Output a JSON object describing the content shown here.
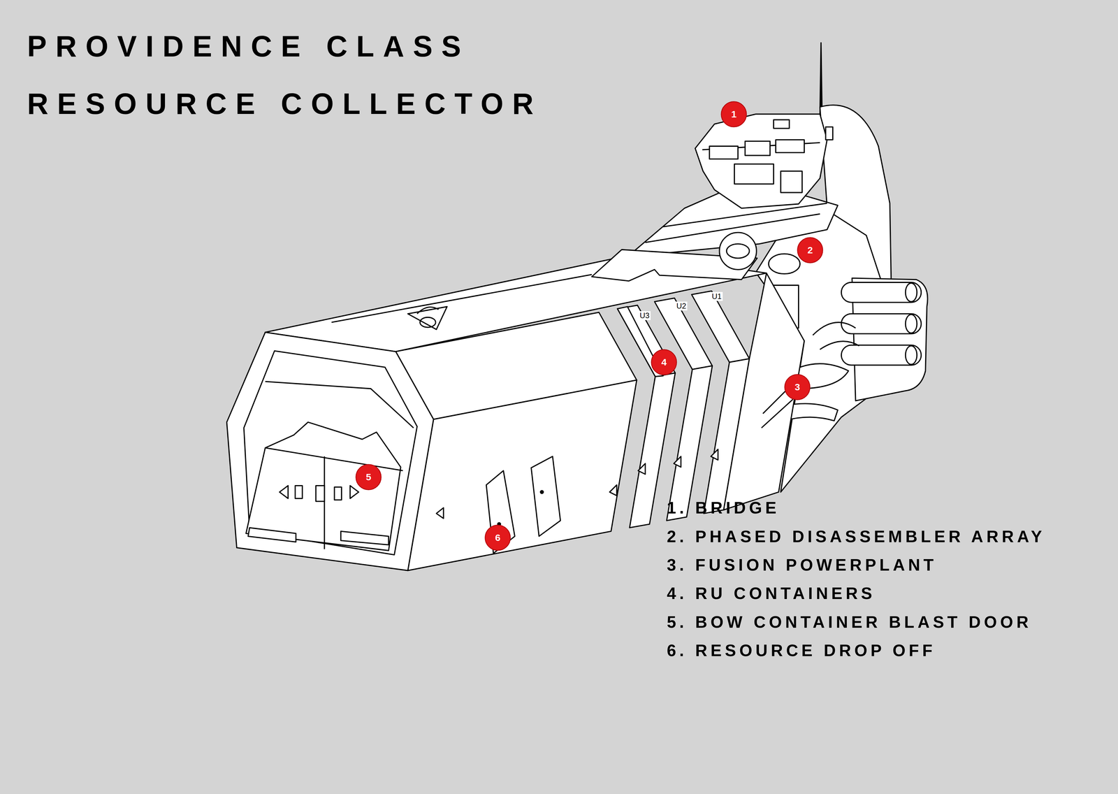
{
  "diagram": {
    "title": "PROVIDENCE CLASS RESOURCE COLLECTOR",
    "nodes": [
      {
        "text": [
          "1"
        ]
      },
      {
        "text": [
          "2"
        ]
      },
      {
        "text": [
          "3"
        ]
      },
      {
        "text": [
          "4"
        ]
      },
      {
        "text": [
          "5"
        ]
      },
      {
        "text": [
          "6"
        ]
      }
    ],
    "labels": [
      "1. BRIDGE",
      "2. PHASED DISASSEMBLER ARRAY",
      "3. FUSION POWERPLANT",
      "4. RU CONTAINERS",
      "5. BOW CONTAINER BLAST DOOR",
      "6. RESOURCE DROP OFF",
      "U3",
      "U2",
      "U1"
    ]
  }
}
